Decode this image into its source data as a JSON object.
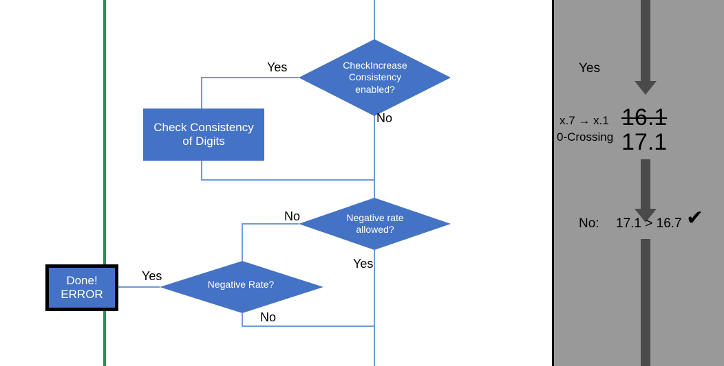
{
  "colors": {
    "node_fill": "#4472C4",
    "connector": "#6E9BD6",
    "green_line": "#169B54",
    "panel_bg": "#999999",
    "panel_arrow": "#4A4A4A",
    "text_on_node": "#FFFFFF",
    "text_black": "#000000"
  },
  "flowchart": {
    "nodes": [
      {
        "id": "check-increase-consistency",
        "shape": "diamond",
        "text": "CheckIncrease\nConsistency\nenabled?",
        "line1": "CheckIncrease",
        "line2": "Consistency",
        "line3": "enabled?"
      },
      {
        "id": "check-consistency-of-digits",
        "shape": "process",
        "line1": "Check Consistency",
        "line2": "of Digits"
      },
      {
        "id": "negative-rate-allowed",
        "shape": "diamond",
        "line1": "Negative rate",
        "line2": "allowed?"
      },
      {
        "id": "negative-rate",
        "shape": "diamond",
        "line1": "Negative Rate?"
      },
      {
        "id": "done-error",
        "shape": "terminator",
        "line1": "Done!",
        "line2": "ERROR"
      }
    ],
    "edge_labels": {
      "yes_top": "Yes",
      "no_top": "No",
      "no_negative_rate_allowed": "No",
      "yes_negative_rate_allowed": "Yes",
      "yes_done": "Yes",
      "no_negative_rate": "No"
    }
  },
  "right_panel": {
    "yes_label": "Yes",
    "rule_line1": "x.7 → x.1",
    "rule_line2": "0-Crossing",
    "value_struck": "16.1",
    "value_current": "17.1",
    "no_label": "No:",
    "comparison": "17.1 > 16.7",
    "check_mark": "✔"
  }
}
